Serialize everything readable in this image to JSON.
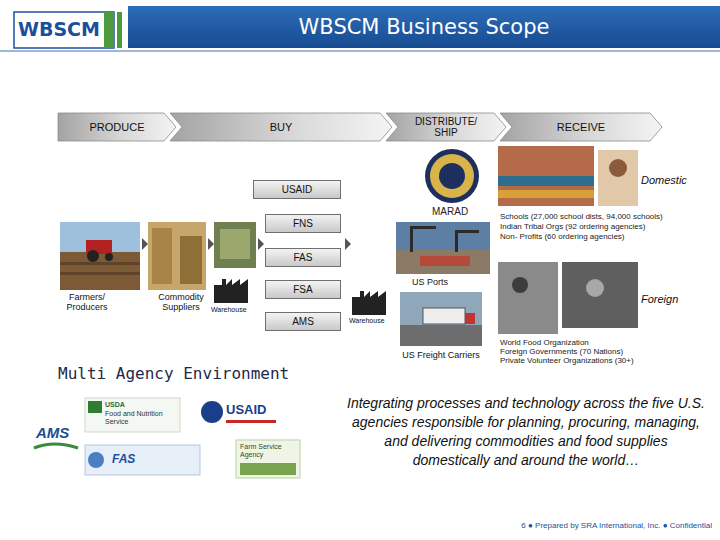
{
  "diagram": {
    "title": "WBSCM Business Scope",
    "nodes": [
      {
        "text": [
          "PRODUCE"
        ]
      },
      {
        "text": [
          "BUY"
        ]
      },
      {
        "text": [
          "DISTRIBUTE/ SHIP"
        ]
      },
      {
        "text": [
          "RECEIVE"
        ]
      },
      {
        "text": [
          "USAID"
        ]
      },
      {
        "text": [
          "FNS"
        ]
      },
      {
        "text": [
          "FAS"
        ]
      },
      {
        "text": [
          "FSA"
        ]
      },
      {
        "text": [
          "AMS"
        ]
      }
    ],
    "labels": [
      "WBSCM",
      "MARAD",
      "Domestic",
      "Schools (27,000 school dists, 94,000 schools)",
      "Indian Tribal Orgs (92 ordering agencies)",
      "Non- Profits (60 ordering agencies)",
      "Farmers/ Producers",
      "Commodity Suppliers",
      "Warehouse",
      "US Ports",
      "Warehouse",
      "Foreign",
      "US Freight Carriers",
      "World Food Organization",
      "Foreign Governments (70 Nations)",
      "Private Volunteer Organizations (30+)",
      "Multi Agency Environment",
      "AMS",
      "USDA",
      "Food and Nutrition Service",
      "USAID",
      "FAS",
      "Farm Service Agency",
      "Integrating processes and technology across the five U.S. agencies responsible for planning, procuring, managing, and delivering commodities and food supplies domestically and around the world…",
      "6 ● Prepared by SRA International, Inc. ● Confidential"
    ]
  }
}
